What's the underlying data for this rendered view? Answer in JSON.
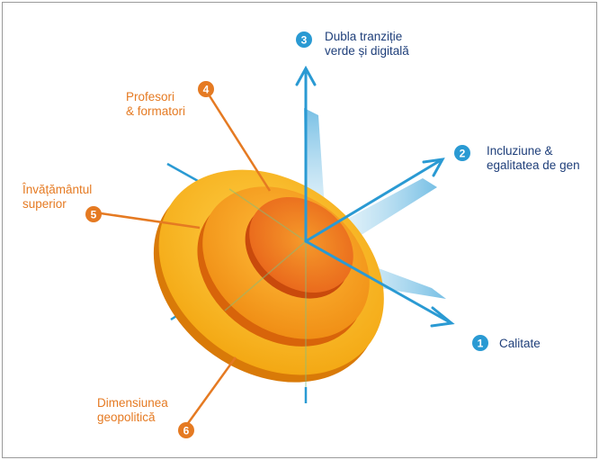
{
  "colors": {
    "axis_blue": "#2a9ad3",
    "label_blue": "#1f3f7a",
    "label_orange": "#e57a22",
    "disc_outer": "#f7b514",
    "disc_middle": "#f39a18",
    "disc_inner": "#ef6f1a"
  },
  "axes": [
    {
      "number": "1",
      "label": "Calitate"
    },
    {
      "number": "2",
      "label": "Incluziune & egalitatea de gen"
    },
    {
      "number": "3",
      "label": "Dubla tranziție verde și digitală"
    }
  ],
  "dimensions": [
    {
      "number": "4",
      "label": "Profesori & formatori"
    },
    {
      "number": "5",
      "label": "Învățământul superior"
    },
    {
      "number": "6",
      "label": "Dimensiunea geopolitică"
    }
  ],
  "text": {
    "axis1_num": "1",
    "axis1_line1": "Calitate",
    "axis2_num": "2",
    "axis2_line1": "Incluziune &",
    "axis2_line2": "egalitatea de gen",
    "axis3_num": "3",
    "axis3_line1": "Dubla tranziție",
    "axis3_line2": "verde și digitală",
    "dim4_num": "4",
    "dim4_line1": "Profesori",
    "dim4_line2": "& formatori",
    "dim5_num": "5",
    "dim5_line1": "Învățământul",
    "dim5_line2": "superior",
    "dim6_num": "6",
    "dim6_line1": "Dimensiunea",
    "dim6_line2": "geopolitică"
  }
}
